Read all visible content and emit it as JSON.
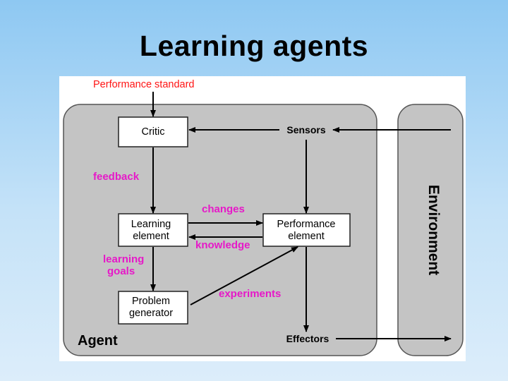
{
  "slide": {
    "title": "Learning agents"
  },
  "diagram": {
    "performance_standard": "Performance standard",
    "critic": "Critic",
    "sensors": "Sensors",
    "feedback": "feedback",
    "changes": "changes",
    "knowledge": "knowledge",
    "learning_element": [
      "Learning",
      "element"
    ],
    "performance_element": [
      "Performance",
      "element"
    ],
    "learning_goals": [
      "learning",
      "goals"
    ],
    "problem_generator": [
      "Problem",
      "generator"
    ],
    "experiments": "experiments",
    "agent": "Agent",
    "effectors": "Effectors",
    "environment": "Environment"
  },
  "colors": {
    "panel": "#c4c4c4",
    "label_red": "#ff1414",
    "label_magenta": "#e619c8",
    "box_fill": "#ffffff",
    "line": "#000000"
  }
}
